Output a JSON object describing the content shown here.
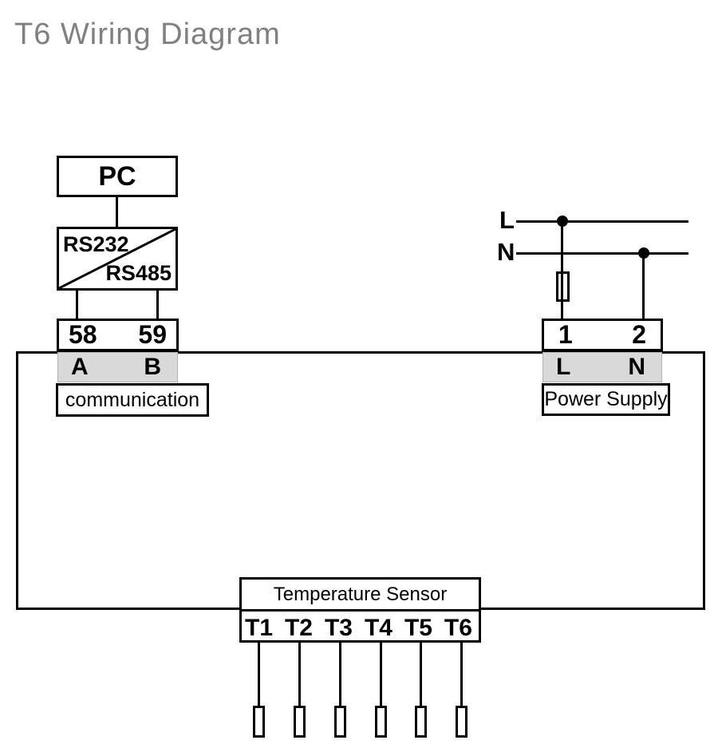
{
  "title": "T6 Wiring Diagram",
  "pc": {
    "label": "PC"
  },
  "converter": {
    "top_label": "RS232",
    "bottom_label": "RS485"
  },
  "comm_terminal": {
    "pins": [
      "58",
      "59"
    ],
    "ports": [
      "A",
      "B"
    ],
    "caption": "communication"
  },
  "power_terminal": {
    "pins": [
      "1",
      "2"
    ],
    "ports": [
      "L",
      "N"
    ],
    "caption": "Power Supply"
  },
  "mains": {
    "live_label": "L",
    "neutral_label": "N"
  },
  "sensor": {
    "caption": "Temperature Sensor",
    "channels": [
      "T1",
      "T2",
      "T3",
      "T4",
      "T5",
      "T6"
    ]
  },
  "colors": {
    "line": "#000000",
    "terminal_fill": "#d9d9d9",
    "title": "#808080"
  }
}
